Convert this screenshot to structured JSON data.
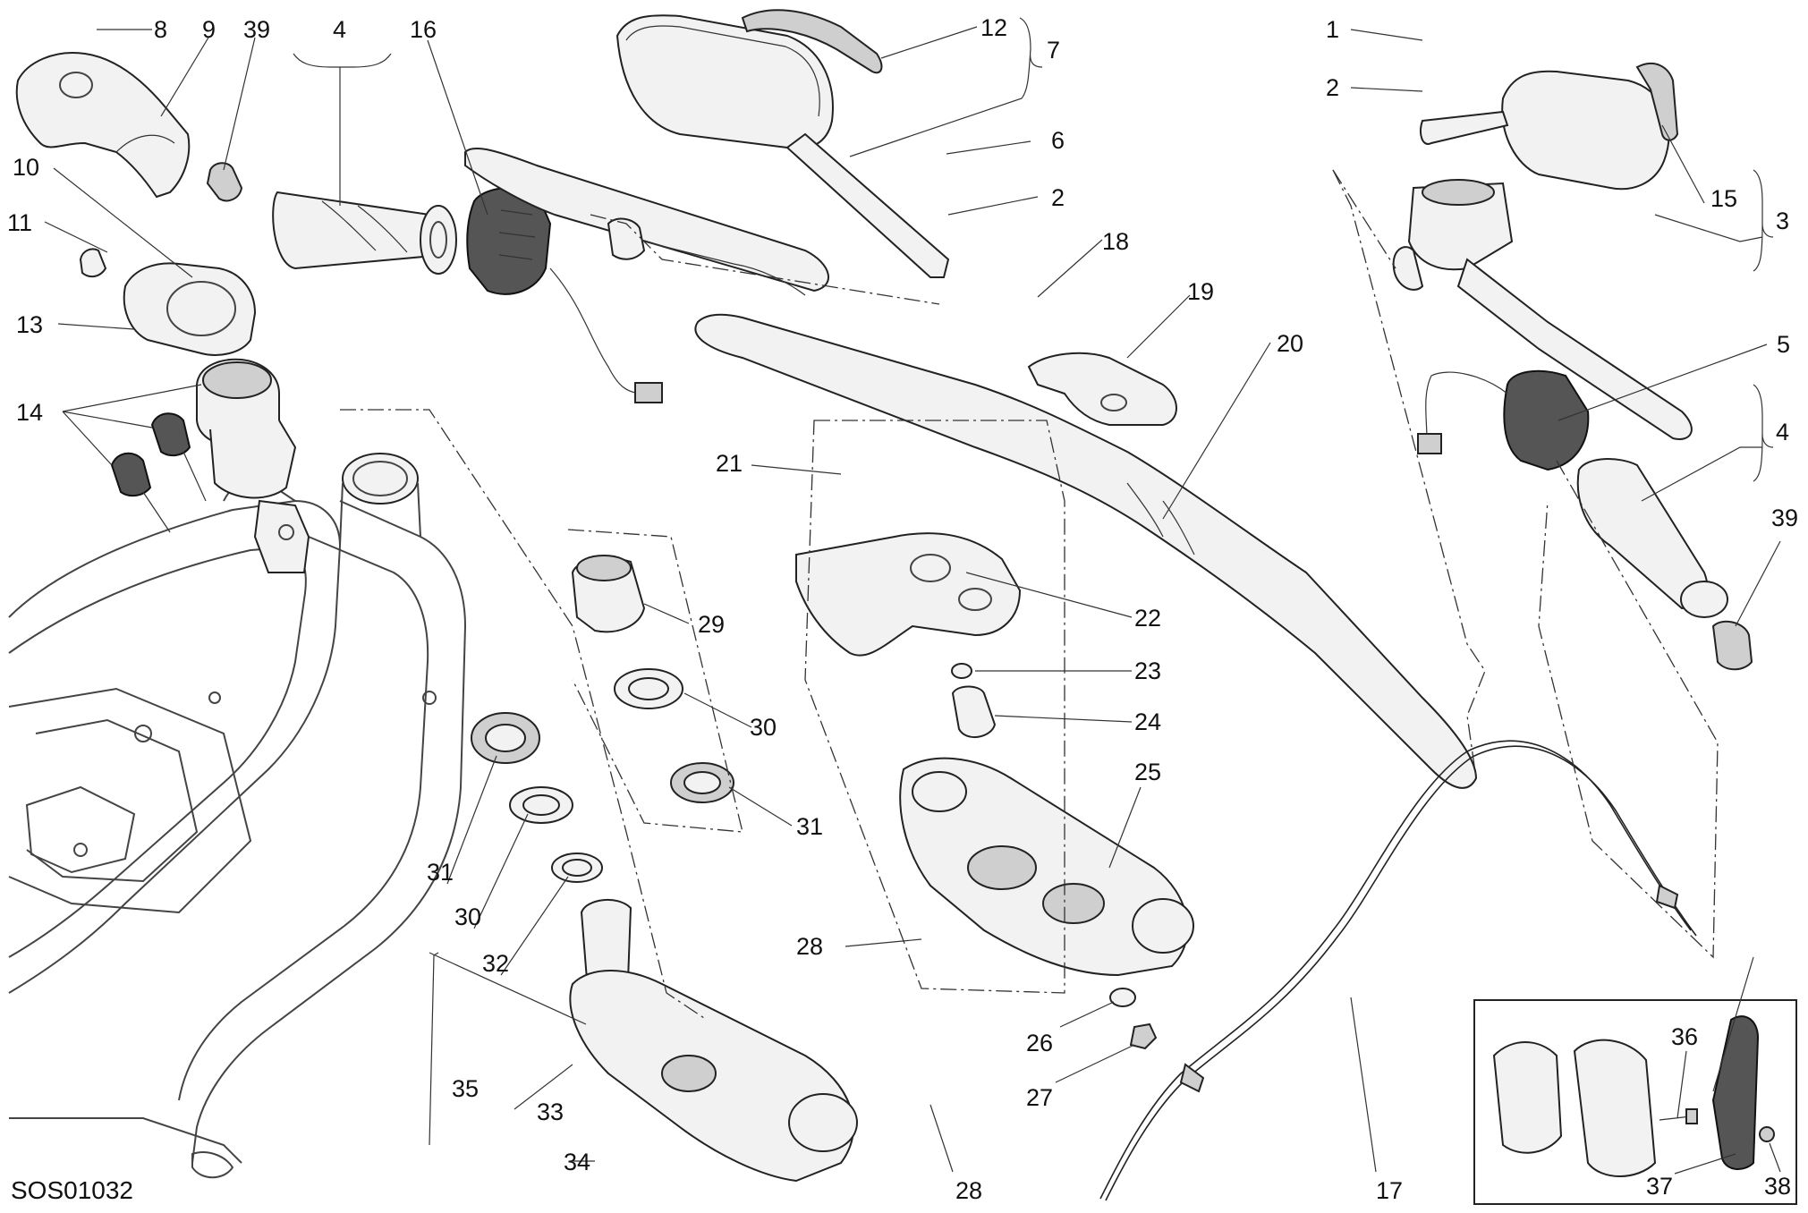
{
  "drawing_code": "SOS01032",
  "callouts": [
    {
      "id": "c8",
      "text": "8"
    },
    {
      "id": "c9",
      "text": "9"
    },
    {
      "id": "c39a",
      "text": "39"
    },
    {
      "id": "c4a",
      "text": "4"
    },
    {
      "id": "c16",
      "text": "16"
    },
    {
      "id": "c12",
      "text": "12"
    },
    {
      "id": "c7",
      "text": "7"
    },
    {
      "id": "c6",
      "text": "6"
    },
    {
      "id": "c2a",
      "text": "2"
    },
    {
      "id": "c10",
      "text": "10"
    },
    {
      "id": "c11",
      "text": "11"
    },
    {
      "id": "c13",
      "text": "13"
    },
    {
      "id": "c14",
      "text": "14"
    },
    {
      "id": "c18",
      "text": "18"
    },
    {
      "id": "c19",
      "text": "19"
    },
    {
      "id": "c20",
      "text": "20"
    },
    {
      "id": "c1",
      "text": "1"
    },
    {
      "id": "c2b",
      "text": "2"
    },
    {
      "id": "c15",
      "text": "15"
    },
    {
      "id": "c3",
      "text": "3"
    },
    {
      "id": "c5",
      "text": "5"
    },
    {
      "id": "c4b",
      "text": "4"
    },
    {
      "id": "c39b",
      "text": "39"
    },
    {
      "id": "c21",
      "text": "21"
    },
    {
      "id": "c22",
      "text": "22"
    },
    {
      "id": "c23",
      "text": "23"
    },
    {
      "id": "c24",
      "text": "24"
    },
    {
      "id": "c25",
      "text": "25"
    },
    {
      "id": "c29",
      "text": "29"
    },
    {
      "id": "c30a",
      "text": "30"
    },
    {
      "id": "c31a",
      "text": "31"
    },
    {
      "id": "c31b",
      "text": "31"
    },
    {
      "id": "c30b",
      "text": "30"
    },
    {
      "id": "c32",
      "text": "32"
    },
    {
      "id": "c28a",
      "text": "28"
    },
    {
      "id": "c26",
      "text": "26"
    },
    {
      "id": "c27",
      "text": "27"
    },
    {
      "id": "c35",
      "text": "35"
    },
    {
      "id": "c33",
      "text": "33"
    },
    {
      "id": "c34",
      "text": "34"
    },
    {
      "id": "c28b",
      "text": "28"
    },
    {
      "id": "c17",
      "text": "17"
    },
    {
      "id": "c36",
      "text": "36"
    },
    {
      "id": "c37",
      "text": "37"
    },
    {
      "id": "c38",
      "text": "38"
    }
  ]
}
